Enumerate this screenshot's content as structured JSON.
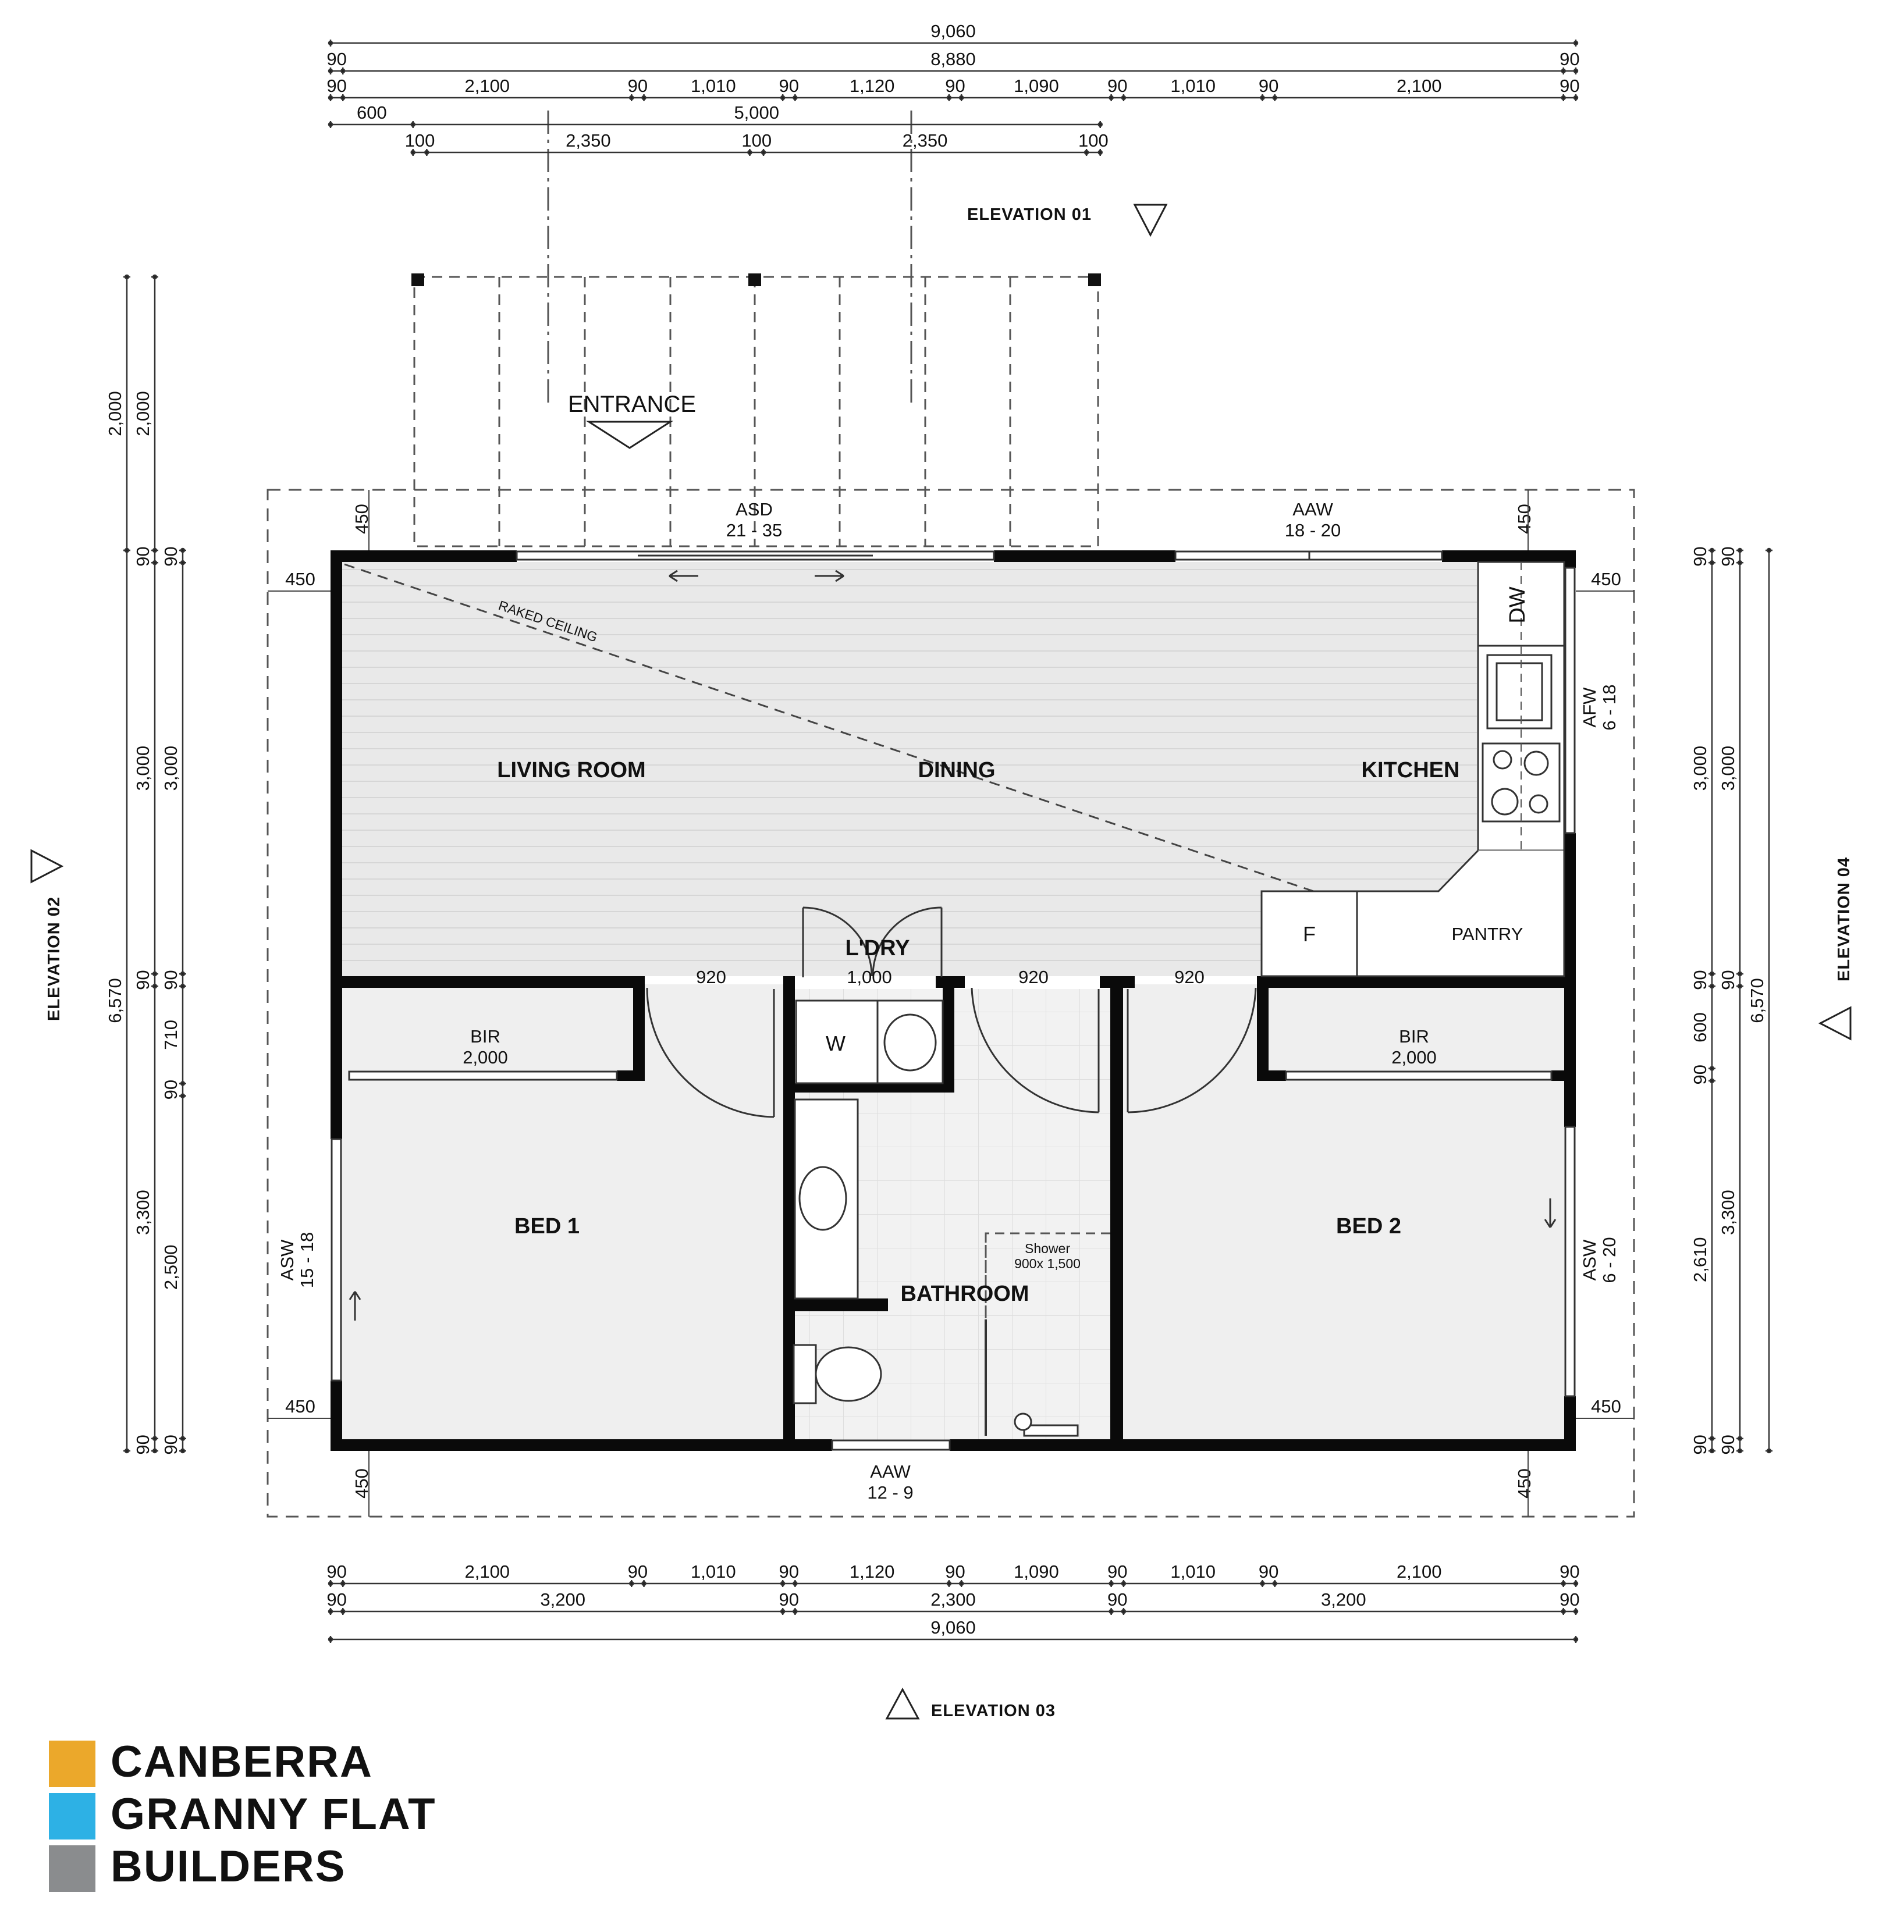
{
  "rooms": {
    "living": "LIVING ROOM",
    "dining": "DINING",
    "kitchen": "KITCHEN",
    "laundry": "L'DRY",
    "pantry": "PANTRY",
    "bed1": "BED 1",
    "bed2": "BED 2",
    "bathroom": "BATHROOM",
    "entrance": "ENTRANCE",
    "raked_ceiling": "RAKED CEILING",
    "bir_left": "BIR",
    "bir_left_width": "2,000",
    "bir_right": "BIR",
    "bir_right_width": "2,000",
    "fridge": "F",
    "washer": "W",
    "dishwasher": "DW",
    "shower": "Shower",
    "shower_size": "900x 1,500"
  },
  "windows": {
    "asd": "ASD",
    "asd_size": "21 - 35",
    "aaw_top": "AAW",
    "aaw_top_size": "18 - 20",
    "afw": "AFW",
    "afw_size": "6 - 18",
    "asw_left": "ASW",
    "asw_left_size": "15 - 18",
    "asw_right": "ASW",
    "asw_right_size": "6 - 20",
    "aaw_bottom": "AAW",
    "aaw_bottom_size": "12 - 9"
  },
  "door_widths": {
    "d1": "920",
    "d2": "1,000",
    "d3": "920",
    "d4": "920"
  },
  "elevations": {
    "e1": "ELEVATION 01",
    "e2": "ELEVATION 02",
    "e3": "ELEVATION 03",
    "e4": "ELEVATION 04"
  },
  "top_dims": {
    "overall": "9,060",
    "row2": [
      "90",
      "8,880",
      "90"
    ],
    "row3": [
      "90",
      "2,100",
      "90",
      "1,010",
      "90",
      "1,120",
      "90",
      "1,090",
      "90",
      "1,010",
      "90",
      "2,100",
      "90"
    ],
    "row4": [
      "600",
      "5,000"
    ],
    "row5": [
      "100",
      "2,350",
      "100",
      "2,350",
      "100"
    ]
  },
  "bottom_dims": {
    "row1": [
      "90",
      "2,100",
      "90",
      "1,010",
      "90",
      "1,120",
      "90",
      "1,090",
      "90",
      "1,010",
      "90",
      "2,100",
      "90"
    ],
    "row2": [
      "90",
      "3,200",
      "90",
      "2,300",
      "90",
      "3,200",
      "90"
    ],
    "overall": "9,060"
  },
  "left_dims": {
    "outer": [
      "2,000",
      "6,570",
      "90",
      "90"
    ],
    "middle": [
      "2,000",
      "90",
      "3,000",
      "90",
      "3,300",
      "90"
    ],
    "inner": [
      "90",
      "3,000",
      "90",
      "710",
      "90",
      "2,500",
      "90"
    ]
  },
  "right_dims": {
    "outer": [
      "6,570"
    ],
    "middle": [
      "90",
      "3,000",
      "90",
      "3,300",
      "90"
    ],
    "inner": [
      "90",
      "3,000",
      "90",
      "600",
      "90",
      "2,610",
      "90"
    ]
  },
  "eave_dims": [
    "450",
    "450",
    "450",
    "450",
    "450",
    "450",
    "450",
    "450"
  ],
  "logo": {
    "line1": "CANBERRA",
    "line2": "GRANNY FLAT",
    "line3": "BUILDERS",
    "color1": "#EBA82B",
    "color2": "#2DB1E5",
    "color3": "#8A8C8E"
  }
}
